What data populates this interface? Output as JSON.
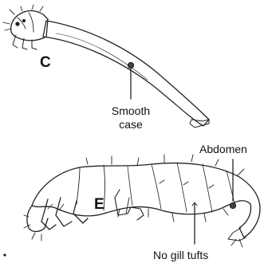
{
  "figure_c": {
    "letter": "C",
    "callout_line1": "Smooth",
    "callout_line2": "case"
  },
  "figure_e": {
    "letter": "E",
    "abdomen_label": "Abdomen",
    "gill_label": "No gill tufts"
  },
  "colors": {
    "ink": "#222222",
    "background": "#ffffff"
  }
}
